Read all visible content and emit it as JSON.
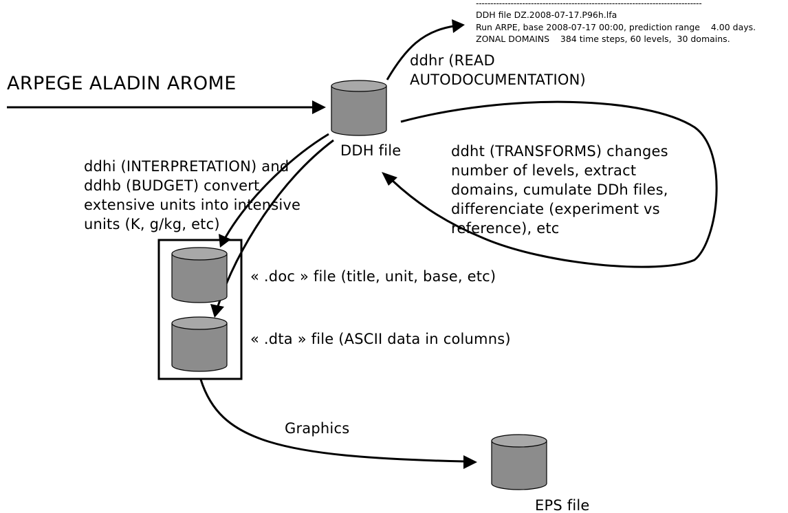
{
  "left_title": "ARPEGE ALADIN AROME",
  "autodoc_output": {
    "separator": "------------------------------------------------------------------------------",
    "line1": "DDH file DZ.2008-07-17.P96h.lfa",
    "line2": "Run ARPE, base 2008-07-17 00:00, prediction range    4.00 days.",
    "line3": "ZONAL DOMAINS    384 time steps, 60 levels,  30 domains."
  },
  "ddhr_label": "ddhr (READ\nAUTODOCUMENTATION)",
  "ddh_file_label": "DDH file",
  "ddht_label": "ddht (TRANSFORMS) changes\nnumber of levels, extract\ndomains, cumulate DDh files,\ndifferenciate (experiment vs\nreference), etc",
  "ddhi_label": "ddhi (INTERPRETATION) and\nddhb (BUDGET) convert\nextensive units into intensive\nunits (K, g/kg, etc)",
  "doc_file_label": "« .doc » file (title, unit, base, etc)",
  "dta_file_label": "« .dta » file (ASCII data in columns)",
  "graphics_label": "Graphics",
  "eps_file_label": "EPS file",
  "colors": {
    "cylinder_body": "#8c8c8c",
    "cylinder_top": "#a8a8a8",
    "lines": "#000000"
  }
}
